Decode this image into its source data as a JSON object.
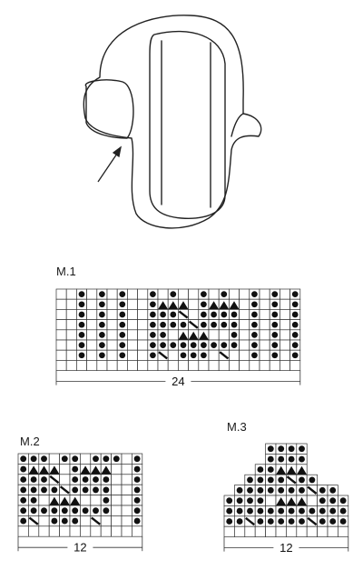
{
  "charts": [
    {
      "id": "m1",
      "label": "M.1",
      "width_label": "24",
      "cols": 24,
      "rows": [
        "__O_O_O__O_O__O_O__O_O_O",
        "__O_O_O__OAAA_OAAA_O_O_O",
        "__O_O_O__OOOS_OOOO_O_O_O",
        "__O_O_O__OOOOSOOOO_O_O_O",
        "__O_O_O__OO_AAA__O_O_O_O",
        "__O_O_O__OOOOOOOOO_O_O_O",
        "__O_O_O__OS_OOO_S__O_O_O",
        "________________________"
      ]
    },
    {
      "id": "m2",
      "label": "M.2",
      "width_label": "12",
      "cols": 12,
      "rows": [
        "OOO_OO_OOO_O",
        "OAAA_OAAA__O",
        "OOOS_OOOO__O",
        "OOOOSOOOO__O",
        "OO_AAA__O__O",
        "OOOOOOOOO__O",
        "OS_OOO_S___O",
        "____________"
      ]
    },
    {
      "id": "m3",
      "label": "M.3",
      "width_label": "12",
      "cols": 12,
      "rows": [
        "____OOOO____",
        "____OOOO____",
        "___OOAAA____",
        "__OOOOSOO___",
        "_OOOOOOOSOO_",
        "OOOO_AAA_OOO",
        "OOOOOOOOOOOO",
        "OOSOOOOOSOOO",
        "____________"
      ]
    }
  ]
}
